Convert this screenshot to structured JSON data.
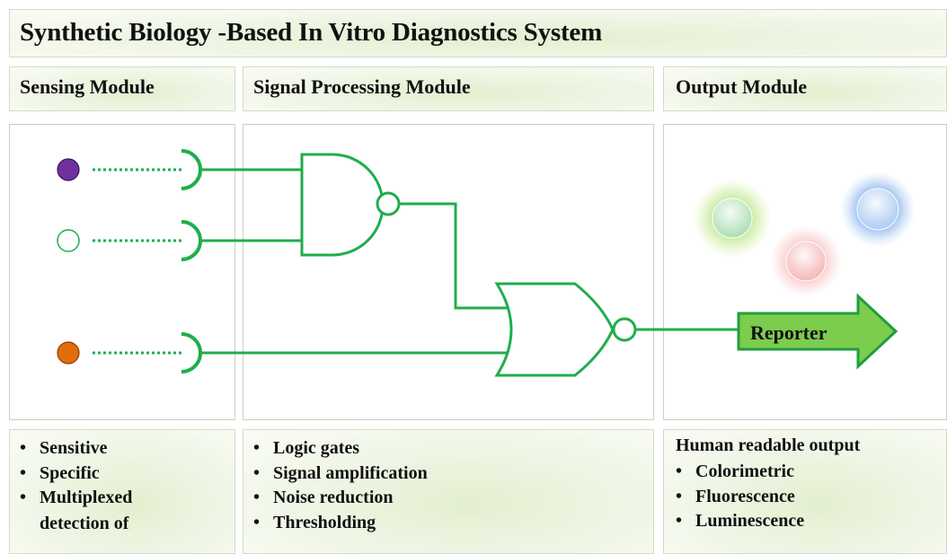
{
  "title": "Synthetic Biology -Based In Vitro Diagnostics System",
  "modules": {
    "sensing": {
      "header": "Sensing Module",
      "bullets": [
        "Sensitive",
        "Specific",
        "Multiplexed"
      ],
      "bullet_continuation": "detection of",
      "input_colors": [
        "#7030a0",
        "#ffffff",
        "#e36c0a"
      ]
    },
    "signal_processing": {
      "header": "Signal Processing Module",
      "bullets": [
        "Logic gates",
        "Signal amplification",
        "Noise reduction",
        "Thresholding"
      ]
    },
    "output": {
      "header": "Output Module",
      "subheader": "Human readable output",
      "bullets": [
        "Colorimetric",
        "Fluorescence",
        "Luminescence"
      ],
      "reporter_label": "Reporter",
      "reporter_colors": [
        "#9ed99a",
        "#f2a0a0",
        "#8fb8f0"
      ]
    }
  },
  "colors": {
    "wire": "#1fae4b",
    "arrow_fill": "#7ccc4e",
    "arrow_stroke": "#1e9e3e"
  }
}
